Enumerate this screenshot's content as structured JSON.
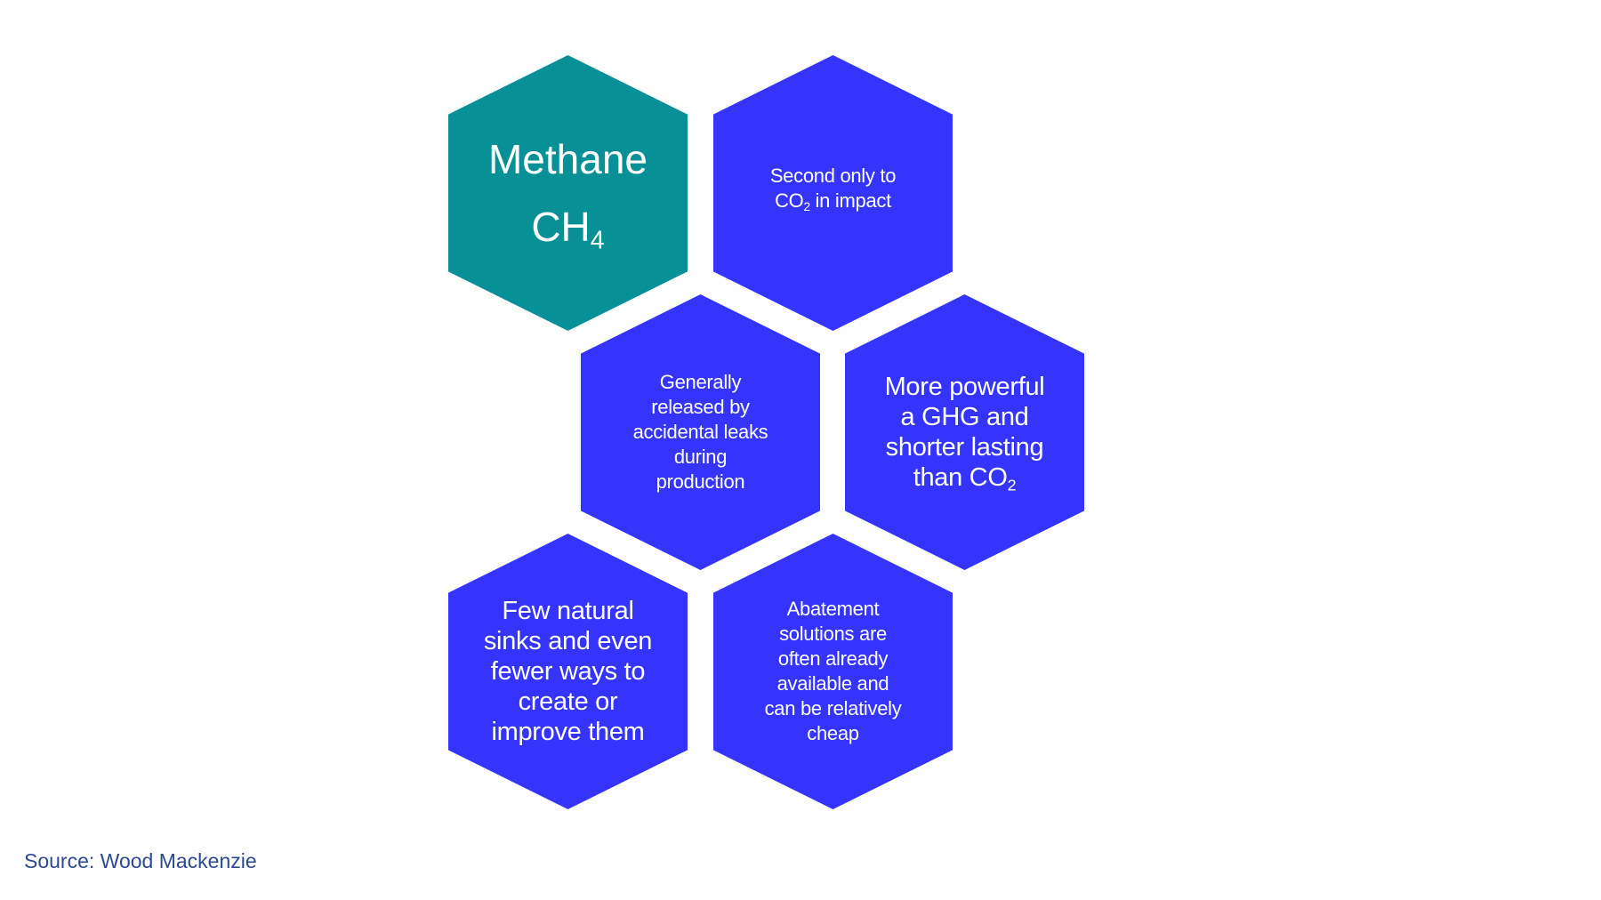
{
  "hexagons": {
    "methane": {
      "title": "Methane",
      "formula": "CH",
      "formula_sub": "4"
    },
    "second": {
      "pre": "Second only to\nCO",
      "sub": "2",
      "post": " in impact"
    },
    "released": {
      "text": "Generally\nreleased by\naccidental leaks\nduring\nproduction"
    },
    "powerful": {
      "pre": "More powerful\na GHG and\nshorter lasting\nthan CO",
      "sub": "2"
    },
    "sinks": {
      "text": "Few natural\nsinks and even\nfewer ways to\ncreate or\nimprove them"
    },
    "abatement": {
      "text": "Abatement\nsolutions are\noften already\navailable and\ncan be relatively\ncheap"
    }
  },
  "source": "Source: Wood Mackenzie",
  "colors": {
    "teal": "#079095",
    "blue": "#3434fd",
    "source": "#2b4a8f"
  }
}
